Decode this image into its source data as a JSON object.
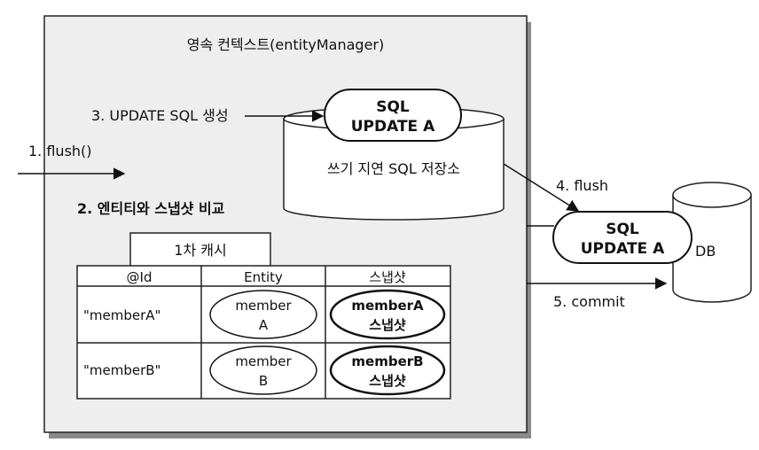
{
  "context": {
    "title": "영속 컨텍스트(entityManager)"
  },
  "steps": {
    "flush_call": "1. flush()",
    "compare": "2. 엔티티와 스냅샷 비교",
    "update_sql": "3. UPDATE SQL 생성",
    "flush": "4. flush",
    "commit": "5. commit"
  },
  "write_behind": {
    "label": "쓰기 지연 SQL 저장소",
    "sql_line1": "SQL",
    "sql_line2": "UPDATE A"
  },
  "cache": {
    "tab": "1차 캐시",
    "headers": [
      "@Id",
      "Entity",
      "스냅샷"
    ],
    "rows": [
      {
        "id": "\"memberA\"",
        "entity_line1": "member",
        "entity_line2": "A",
        "snapshot_line1": "memberA",
        "snapshot_line2": "스냅샷"
      },
      {
        "id": "\"memberB\"",
        "entity_line1": "member",
        "entity_line2": "B",
        "snapshot_line1": "memberB",
        "snapshot_line2": "스냅샷"
      }
    ]
  },
  "database": {
    "label": "DB",
    "sql_line1": "SQL",
    "sql_line2": "UPDATE A"
  }
}
